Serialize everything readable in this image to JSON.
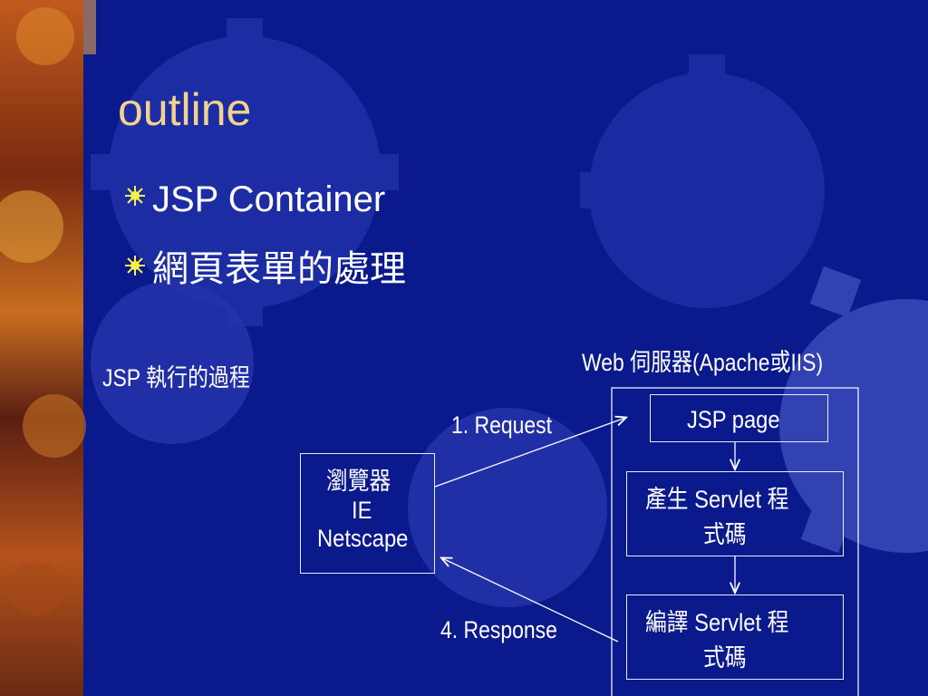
{
  "slide": {
    "title": "outline",
    "bullets": [
      "JSP Container",
      "網頁表單的處理"
    ]
  },
  "diagram": {
    "caption_left": "JSP 執行的過程",
    "caption_server": "Web 伺服器(Apache或IIS)",
    "browser_lines": [
      "瀏覽器",
      "IE",
      "Netscape"
    ],
    "jsp_page": "JSP page",
    "generate_lines": [
      "產生 Servlet 程",
      "式碼"
    ],
    "compile_lines": [
      "編譯 Servlet 程",
      "式碼"
    ],
    "request_label": "1. Request",
    "response_label": "4. Response"
  },
  "colors": {
    "background": "#0a1a8c",
    "title": "#f3d28d",
    "bullet": "#f6f04a",
    "text": "#ffffff",
    "gear": "#2f3fb5"
  }
}
